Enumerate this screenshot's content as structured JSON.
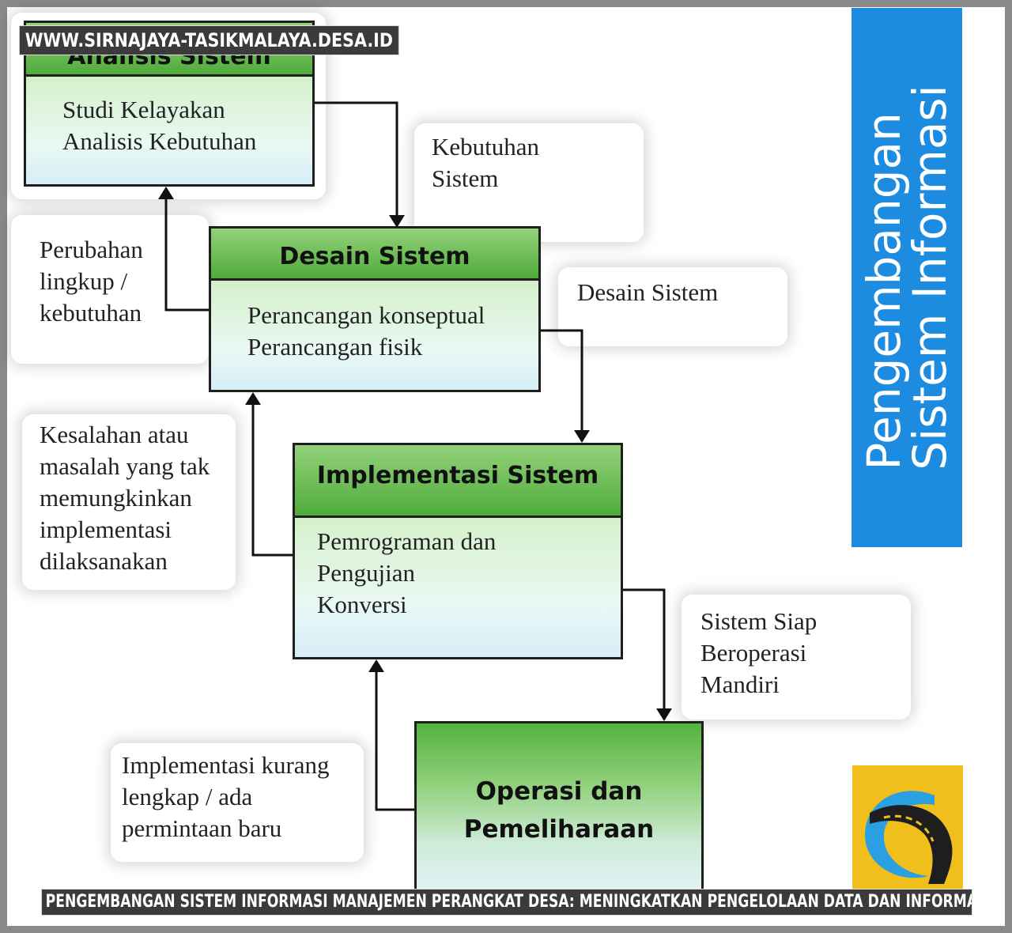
{
  "watermark": {
    "site": "WWW.SIRNAJAYA-TASIKMALAYA.DESA.ID"
  },
  "caption": "PENGEMBANGAN SISTEM INFORMASI MANAJEMEN PERANGKAT DESA: MENINGKATKAN PENGELOLAAN DATA DAN INFORMASI",
  "side_banner": {
    "title_line1": "Pengembangan",
    "title_line2": "Sistem Informasi"
  },
  "stages": [
    {
      "title": "Analisis Sistem",
      "items": [
        "Studi Kelayakan",
        "Analisis Kebutuhan"
      ]
    },
    {
      "title": "Desain Sistem",
      "items": [
        "Perancangan konseptual",
        "Perancangan fisik"
      ]
    },
    {
      "title": "Implementasi Sistem",
      "items": [
        "Pemrograman dan",
        "Pengujian",
        "Konversi"
      ]
    },
    {
      "title": "Operasi dan\nPemeliharaan",
      "items": []
    }
  ],
  "outputs": [
    "Kebutuhan\nSistem",
    "Desain Sistem",
    "Sistem Siap\nBeroperasi\nMandiri"
  ],
  "feedback": [
    "Perubahan\nlingkup /\nkebutuhan",
    "Kesalahan atau\nmasalah yang tak\nmemungkinkan\nimplementasi\ndilaksanakan",
    "Implementasi kurang\nlengkap / ada\npermintaan baru"
  ],
  "colors": {
    "banner": "#1d8ce0",
    "header_green": "#4fab3b",
    "logo_bg": "#f0bf1b"
  }
}
